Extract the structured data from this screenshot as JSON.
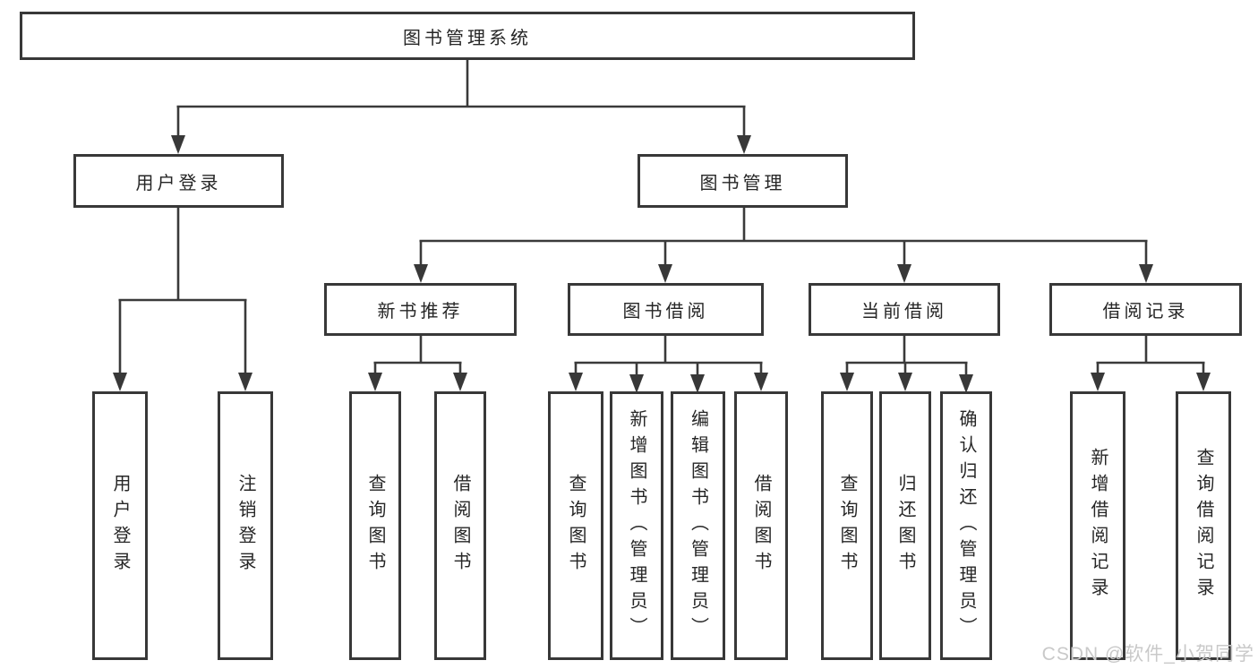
{
  "diagram": {
    "type": "hierarchy-tree",
    "colors": {
      "background": "#ffffff",
      "box_border": "#383838",
      "connector_line": "#3a3a3a",
      "text": "#262626",
      "watermark": "#c9c9c9"
    },
    "tree": {
      "label": "图书管理系统",
      "children": [
        {
          "label": "用户登录",
          "children": [
            {
              "label": "用户登录"
            },
            {
              "label": "注销登录"
            }
          ]
        },
        {
          "label": "图书管理",
          "children": [
            {
              "label": "新书推荐",
              "children": [
                {
                  "label": "查询图书"
                },
                {
                  "label": "借阅图书"
                }
              ]
            },
            {
              "label": "图书借阅",
              "children": [
                {
                  "label": "查询图书"
                },
                {
                  "label": "新增图书（管理员）"
                },
                {
                  "label": "编辑图书（管理员）"
                },
                {
                  "label": "借阅图书"
                }
              ]
            },
            {
              "label": "当前借阅",
              "children": [
                {
                  "label": "查询图书"
                },
                {
                  "label": "归还图书"
                },
                {
                  "label": "确认归还（管理员）"
                }
              ]
            },
            {
              "label": "借阅记录",
              "children": [
                {
                  "label": "新增借阅记录"
                },
                {
                  "label": "查询借阅记录"
                }
              ]
            }
          ]
        }
      ]
    },
    "watermark": {
      "text": "CSDN @软件_小贺同学"
    }
  }
}
